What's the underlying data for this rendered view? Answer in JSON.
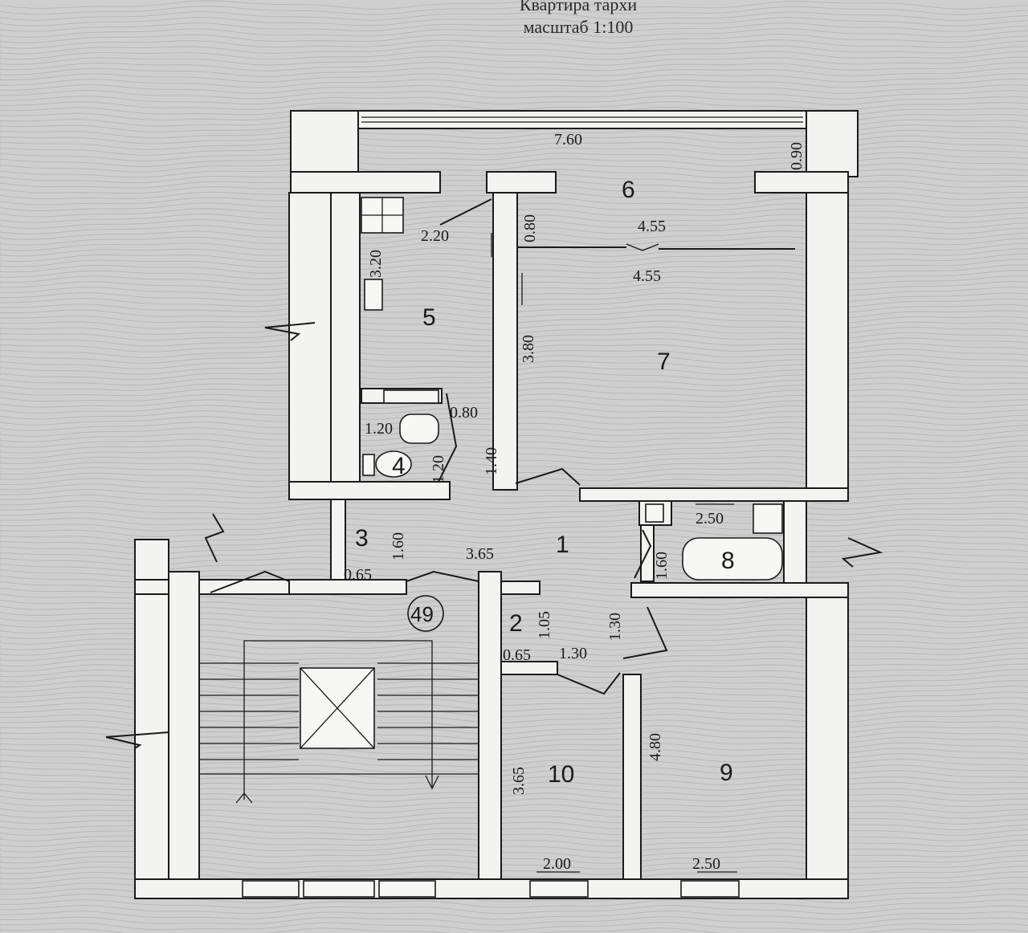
{
  "title": {
    "line1": "Квартира тархи",
    "line2": "масштаб 1:100"
  },
  "rooms": [
    {
      "id": "1"
    },
    {
      "id": "2"
    },
    {
      "id": "3"
    },
    {
      "id": "4"
    },
    {
      "id": "5"
    },
    {
      "id": "6"
    },
    {
      "id": "7"
    },
    {
      "id": "8"
    },
    {
      "id": "9"
    },
    {
      "id": "10"
    }
  ],
  "apartment_number": "49",
  "dimensions": [
    "7.60",
    "0.90",
    "2.20",
    "0.80",
    "4.55",
    "4.55",
    "3.20",
    "3.80",
    "0.80",
    "1.20",
    "1.20",
    "1.40",
    "1.60",
    "0.65",
    "3.65",
    "2.50",
    "1.60",
    "1.05",
    "1.30",
    "1.30",
    "0.65",
    "4.80",
    "3.65",
    "2.00",
    "2.50"
  ],
  "colors": {
    "paper": "#cfcfcf",
    "wall": "#f3f3f1",
    "ink": "#1a1a1a"
  }
}
